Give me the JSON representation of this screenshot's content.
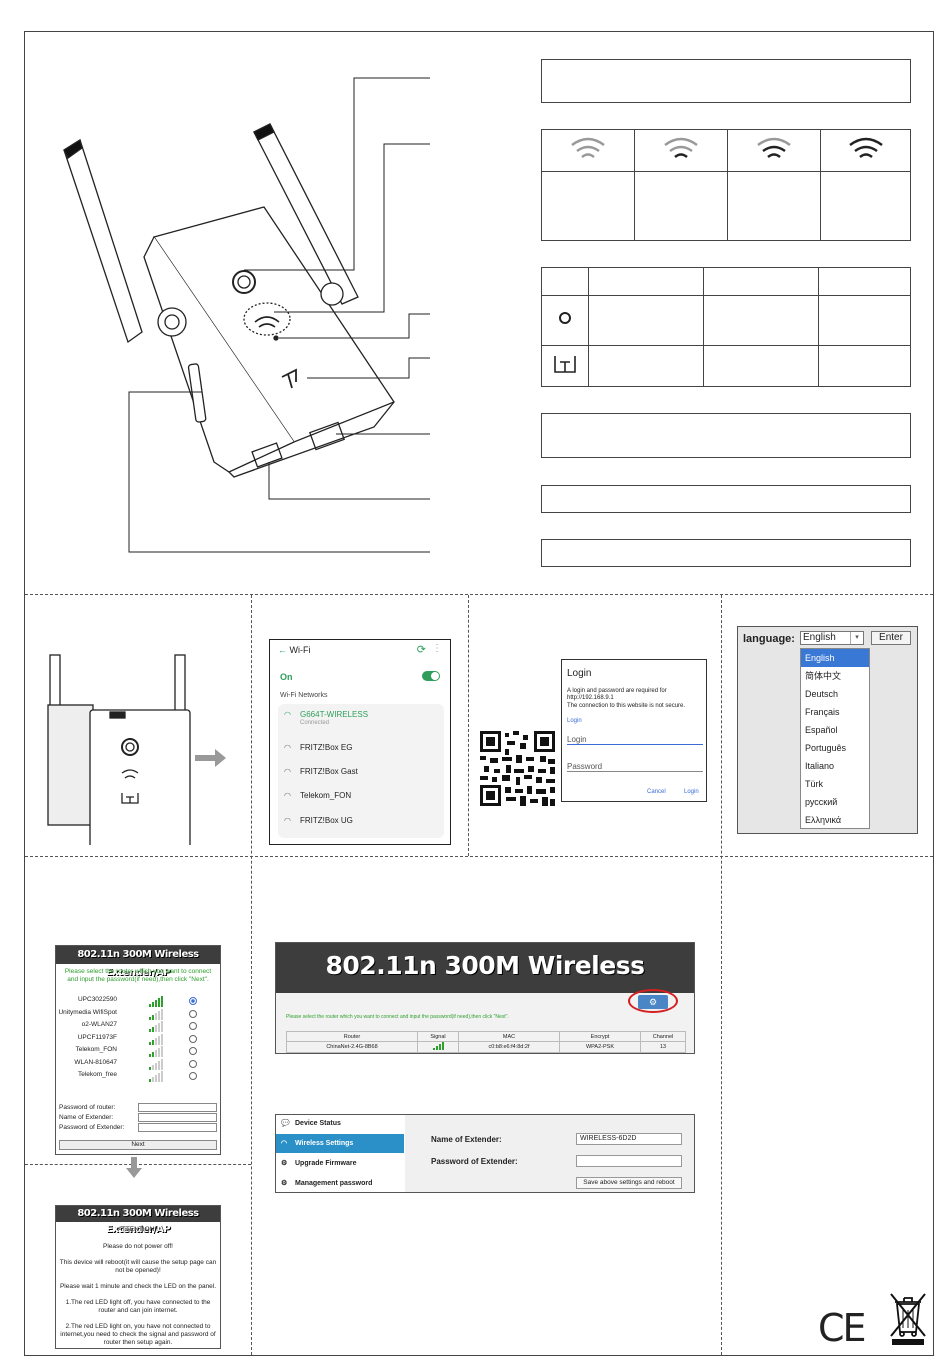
{
  "wifi_screen": {
    "title": "Wi-Fi",
    "on_label": "On",
    "section": "Wi-Fi Networks",
    "networks": [
      {
        "name": "G664T-WIRELESS",
        "status": "Connected"
      },
      {
        "name": "FRITZ!Box EG",
        "status": ""
      },
      {
        "name": "FRITZ!Box Gast",
        "status": ""
      },
      {
        "name": "Telekom_FON",
        "status": ""
      },
      {
        "name": "FRITZ!Box UG",
        "status": ""
      }
    ]
  },
  "login_dialog": {
    "title": "Login",
    "message": "A login and password are required for http://192.168.9.1",
    "note": "The connection to this website is not secure.",
    "link": "Login",
    "login_placeholder": "Login",
    "password_placeholder": "Password",
    "cancel": "Cancel",
    "login_button": "Login"
  },
  "language": {
    "label": "language:",
    "selected": "English",
    "enter": "Enter",
    "options": [
      "English",
      "简体中文",
      "Deutsch",
      "Français",
      "Español",
      "Português",
      "Italiano",
      "Türk",
      "русский",
      "Ελληνικά"
    ]
  },
  "router_select": {
    "title": "802.11n 300M Wireless Extender/AP",
    "instruction": "Please select the router which you want to connect and input the password(if need),then click \"Next\".",
    "routers": [
      {
        "name": "UPC3022590",
        "signal": 5
      },
      {
        "name": "Unitymedia WifiSpot",
        "signal": 2
      },
      {
        "name": "o2-WLAN27",
        "signal": 2
      },
      {
        "name": "UPCF11973F",
        "signal": 2
      },
      {
        "name": "Telekom_FON",
        "signal": 2
      },
      {
        "name": "WLAN-810647",
        "signal": 1
      },
      {
        "name": "Telekom_free",
        "signal": 1
      }
    ],
    "password_router_label": "Password of router:",
    "name_extender_label": "Name of Extender:",
    "password_extender_label": "Password of Extender:",
    "next": "Next"
  },
  "attention": {
    "title": "802.11n 300M Wireless Extender/AP",
    "heading": "ATTENTION!!",
    "l1": "Please do not power off!",
    "l2": "This device will reboot(it will cause the setup page can not be opened)!",
    "l3": "Please wait 1 minute and check the LED on the panel.",
    "l4": "1.The red LED light off, you have connected to the router and can join internet.",
    "l5": "2.The red LED light on, you have not connected to internet,you need to check the signal and password of router then setup again."
  },
  "web_ui": {
    "title": "802.11n 300M Wireless Extender/AP",
    "instruction": "Please select the router which you want to connect and input the password(if need),then click \"Next\".",
    "headers": [
      "Router",
      "Signal",
      "MAC",
      "Encrypt",
      "Channel"
    ],
    "row": {
      "router": "ChinaNet-2.4G-8B68",
      "mac": "c0:b8:e6:f4:8d:2f",
      "encrypt": "WPA2-PSK",
      "channel": "13"
    }
  },
  "settings": {
    "menu": [
      "Device Status",
      "Wireless Settings",
      "Upgrade Firmware",
      "Management password"
    ],
    "name_label": "Name of Extender:",
    "name_value": "WIRELESS-6D2D",
    "password_label": "Password of Extender:",
    "save": "Save above settings and reboot"
  },
  "marks": {
    "ce": "CE"
  }
}
